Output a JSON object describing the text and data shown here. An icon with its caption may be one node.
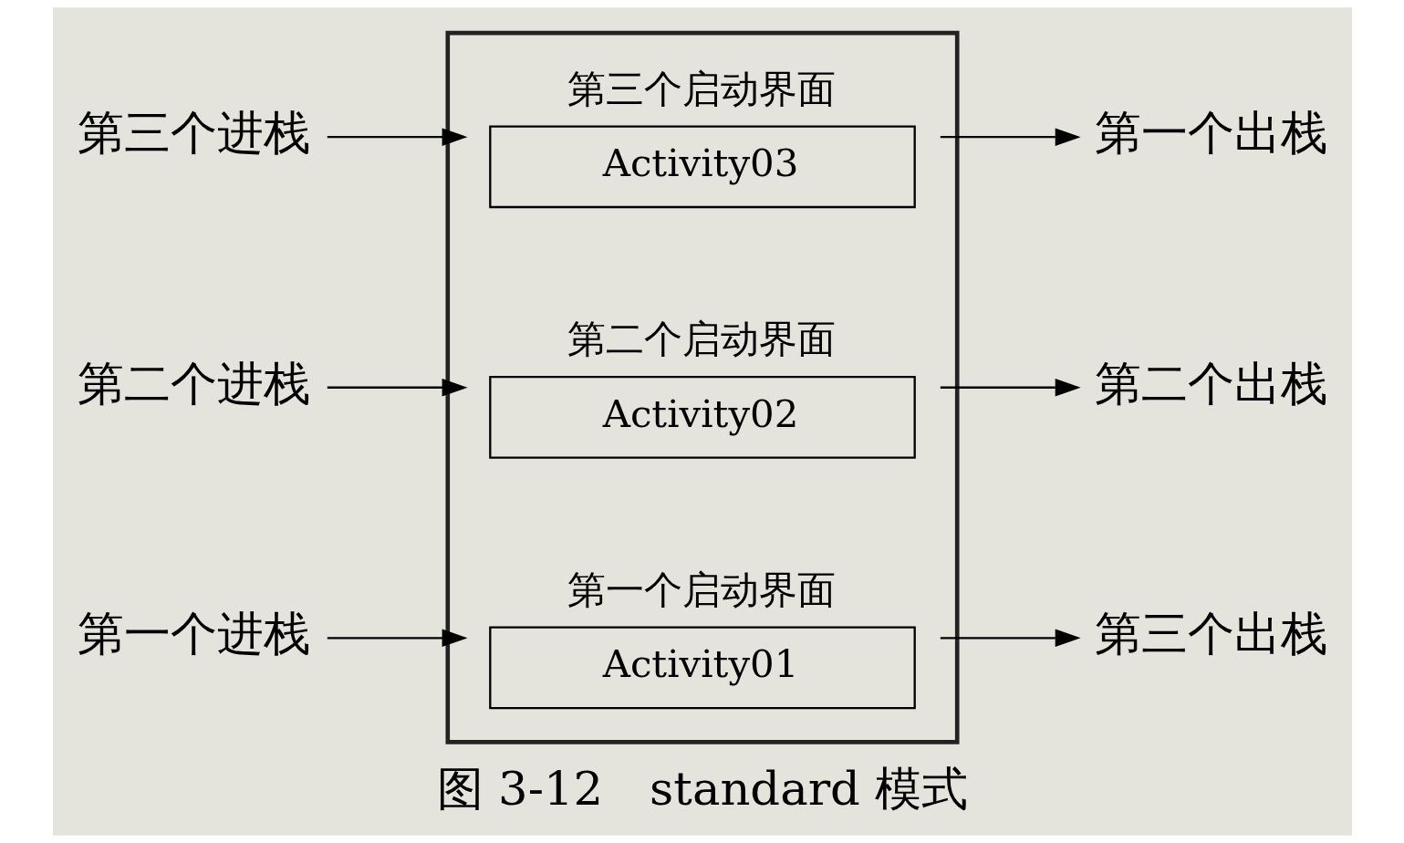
{
  "diagram": {
    "caption": "图 3-12　standard 模式",
    "nodes": [
      {
        "text": [],
        "shape": "box"
      },
      {
        "text": [
          "第三个进栈"
        ]
      },
      {
        "text": [
          "Activity03"
        ],
        "in": 0,
        "beside": [
          "第三个启动界面"
        ]
      },
      {
        "text": [
          "第一个出栈"
        ]
      },
      {
        "text": [
          "第二个进栈"
        ]
      },
      {
        "text": [
          "Activity02"
        ],
        "in": 0,
        "beside": [
          "第二个启动界面"
        ]
      },
      {
        "text": [
          "第二个出栈"
        ]
      },
      {
        "text": [
          "第一个进栈"
        ]
      },
      {
        "text": [
          "Activity01"
        ],
        "in": 0,
        "beside": [
          "第一个启动界面"
        ]
      },
      {
        "text": [
          "第三个出栈"
        ]
      }
    ],
    "edges": [
      {
        "from": 1,
        "to": 2,
        "arrow": "to"
      },
      {
        "from": 2,
        "to": 3,
        "arrow": "to"
      },
      {
        "from": 4,
        "to": 5,
        "arrow": "to"
      },
      {
        "from": 5,
        "to": 6,
        "arrow": "to"
      },
      {
        "from": 7,
        "to": 8,
        "arrow": "to"
      },
      {
        "from": 8,
        "to": 9,
        "arrow": "to"
      }
    ]
  }
}
